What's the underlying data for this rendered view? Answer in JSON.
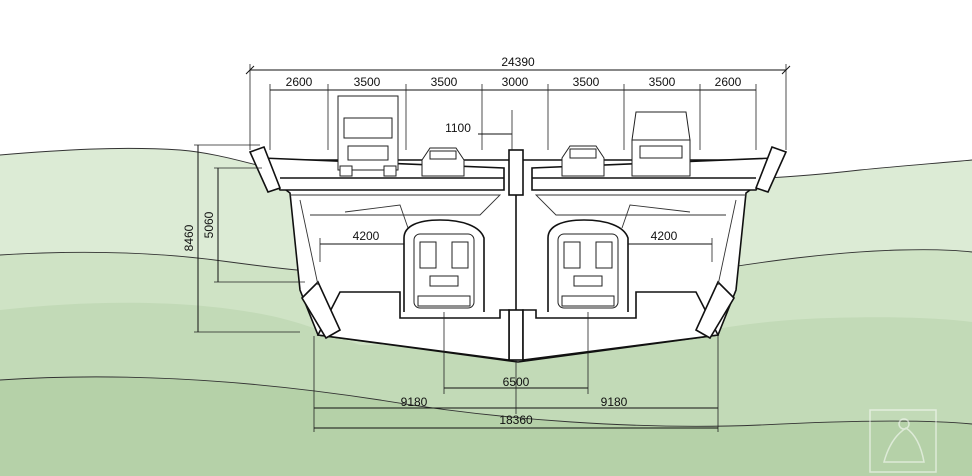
{
  "dimensions": {
    "overall_width": "24390",
    "lanes": [
      "2600",
      "3500",
      "3500",
      "3000",
      "3500",
      "3500",
      "2600"
    ],
    "median_gap": "1100",
    "total_height": "8460",
    "deck_height": "5060",
    "tunnel_left": "4200",
    "tunnel_right": "4200",
    "tunnel_spacing": "6500",
    "half_left": "9180",
    "half_right": "9180",
    "bottom_width": "18360"
  },
  "colors": {
    "terrain_light": "#dcebd5",
    "terrain_mid": "#c6ddbb",
    "terrain_dark": "#b3d1a6",
    "line": "#111111",
    "structure_fill": "#ffffff"
  },
  "icons": [
    "truck-icon",
    "car-icon",
    "car-icon",
    "military-truck-icon",
    "metro-train-icon",
    "metro-train-icon",
    "emblem-icon"
  ]
}
